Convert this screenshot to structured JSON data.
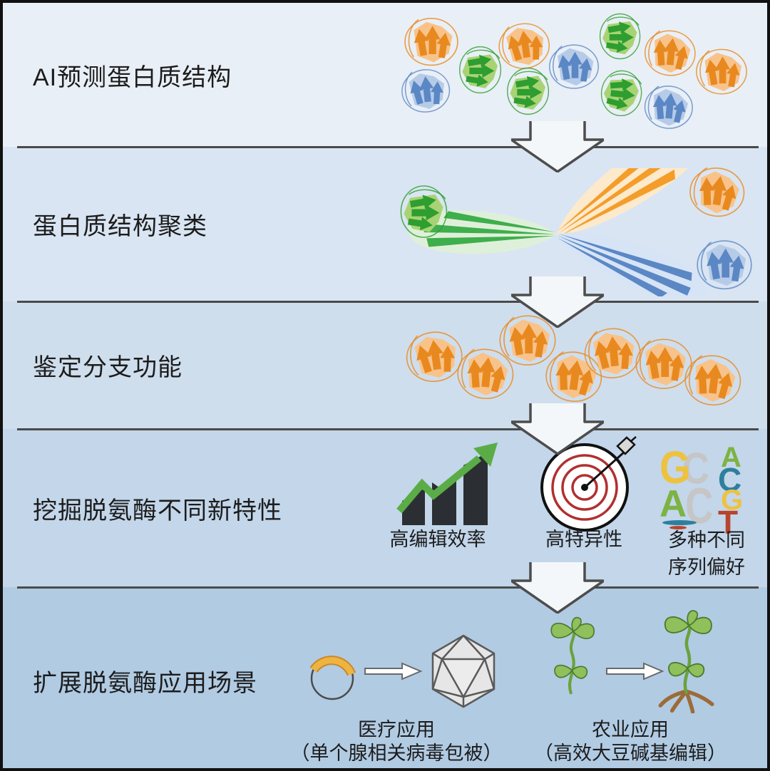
{
  "figure": {
    "steps": [
      {
        "label": "AI预测蛋白质结构"
      },
      {
        "label": "蛋白质结构聚类"
      },
      {
        "label": "鉴定分支功能"
      },
      {
        "label": "挖掘脱氨酶不同新特性"
      },
      {
        "label": "扩展脱氨酶应用场景"
      }
    ],
    "features": [
      {
        "label": "高编辑效率",
        "icon": "bar-chart-rising-arrow-icon"
      },
      {
        "label": "高特异性",
        "icon": "bullseye-target-arrow-icon"
      },
      {
        "label_line1": "多种不同",
        "label_line2": "序列偏好",
        "icon": "dna-sequence-logo-icon",
        "logo_left_letters": [
          "G",
          "C",
          "A",
          "C"
        ],
        "logo_right_letters": [
          "A",
          "C",
          "G",
          "T"
        ]
      }
    ],
    "applications": [
      {
        "title": "医疗应用",
        "subtitle": "（单个腺相关病毒包被）",
        "icons": [
          "plasmid-icon",
          "arrow-right-icon",
          "virus-capsid-icon"
        ]
      },
      {
        "title": "农业应用",
        "subtitle": "（高效大豆碱基编辑）",
        "icons": [
          "seedling-icon",
          "arrow-right-icon",
          "plant-with-roots-icon"
        ]
      }
    ],
    "colors": {
      "band1": "#e9eff6",
      "band2": "#d9e5f2",
      "band3": "#cfdeed",
      "band4": "#c3d6ea",
      "band5": "#b1cbe3",
      "separator": "#4a4a4a",
      "flow_arrow_fill": "#f4f7fa",
      "flow_arrow_outline": "#4d4d4d",
      "protein_orange": "#e8891f",
      "protein_orange_light": "#f8c38b",
      "protein_green": "#2e9e30",
      "protein_green_light": "#a8d374",
      "protein_blue": "#5b87c5",
      "protein_blue_light": "#b6cbe8",
      "bar_chart_dark": "#2b2f33",
      "growth_arrow_green": "#5aad46",
      "target_red": "#b03030",
      "logo_yellow": "#eec23f",
      "logo_gray": "#c6c6c6",
      "logo_green": "#7cb342",
      "logo_teal": "#2d7f9d",
      "logo_red": "#b9442e",
      "plasmid_arc": "#eeb43f",
      "capsid_gray": "#e6e6e6",
      "plant_green": "#8fc05c",
      "root_brown": "#9c6b38"
    }
  }
}
